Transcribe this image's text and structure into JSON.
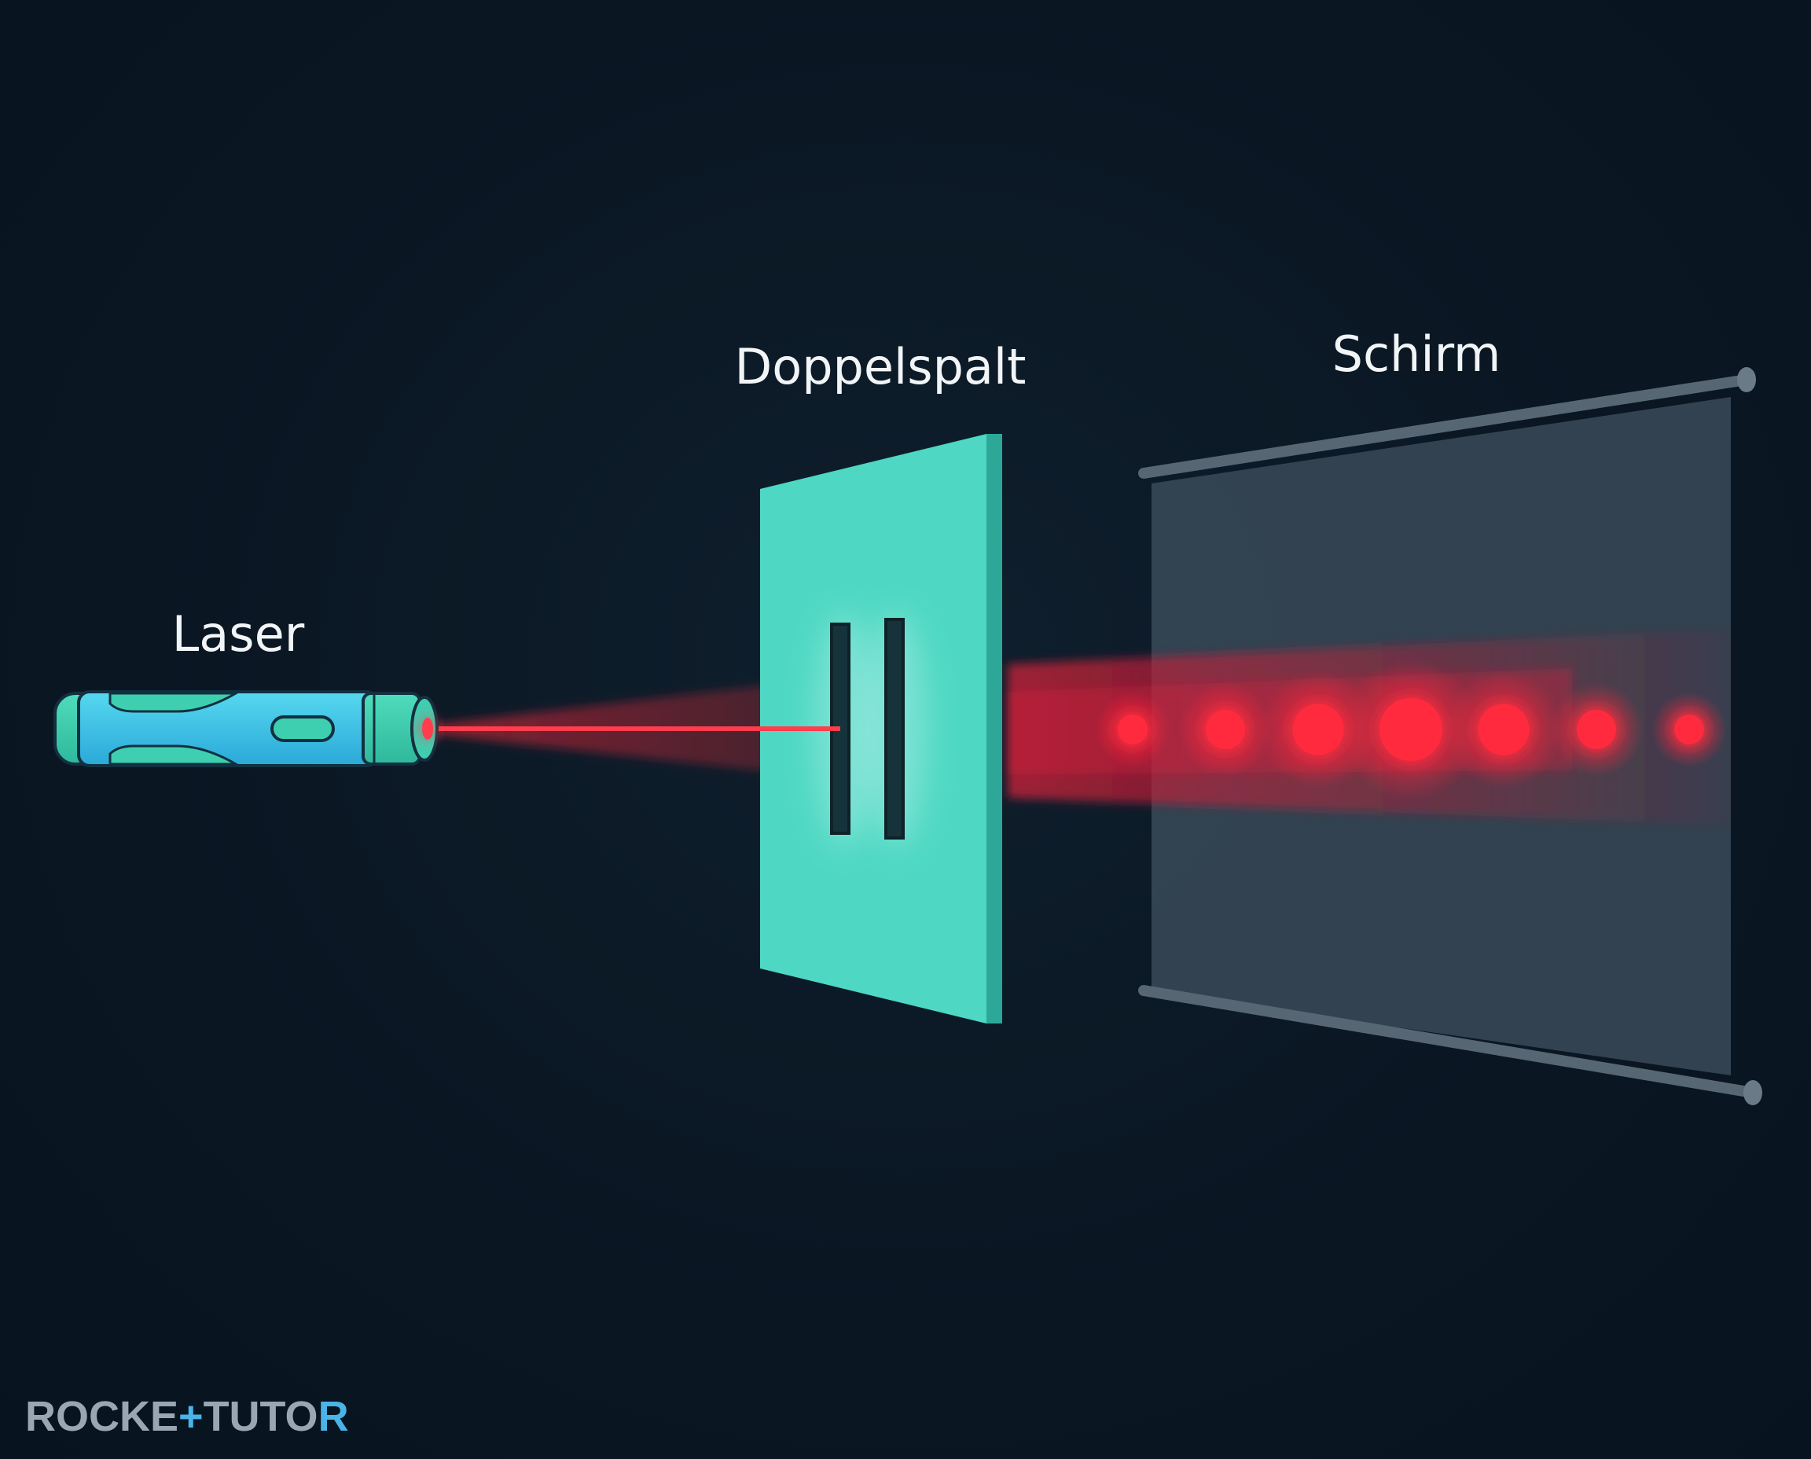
{
  "labels": {
    "laser": "Laser",
    "slit": "Doppelspalt",
    "screen": "Schirm"
  },
  "logo": {
    "part1": "ROCKE",
    "part2": "TUTO",
    "part3": "R"
  },
  "colors": {
    "background": "#0b1824",
    "laser_body": "#3ec9e6",
    "laser_caps": "#3ecfb0",
    "slit_panel": "#4ed8c4",
    "beam": "#ff2a3c",
    "screen_panel": "#3a4a58",
    "screen_rod": "#566773",
    "logo_text": "#9aa7b3",
    "logo_accent": "#4ab3e8"
  },
  "interference_pattern": {
    "maxima_count": 7,
    "relative_intensity": [
      0.3,
      0.5,
      0.75,
      1.0,
      0.75,
      0.5,
      0.3
    ]
  }
}
